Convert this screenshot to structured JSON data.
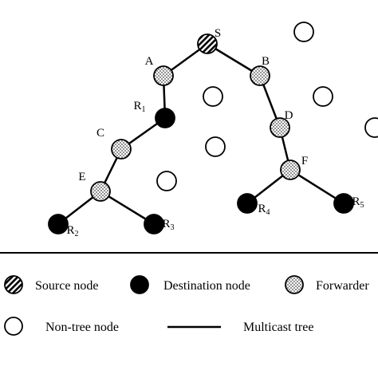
{
  "nodes": [
    {
      "id": "S",
      "label": "S",
      "sub": "",
      "kind": "source"
    },
    {
      "id": "A",
      "label": "A",
      "sub": "",
      "kind": "forwarder"
    },
    {
      "id": "B",
      "label": "B",
      "sub": "",
      "kind": "forwarder"
    },
    {
      "id": "R1",
      "label": "R",
      "sub": "1",
      "kind": "destination"
    },
    {
      "id": "C",
      "label": "C",
      "sub": "",
      "kind": "forwarder"
    },
    {
      "id": "E",
      "label": "E",
      "sub": "",
      "kind": "forwarder"
    },
    {
      "id": "R2",
      "label": "R",
      "sub": "2",
      "kind": "destination"
    },
    {
      "id": "R3",
      "label": "R",
      "sub": "3",
      "kind": "destination"
    },
    {
      "id": "D",
      "label": "D",
      "sub": "",
      "kind": "forwarder"
    },
    {
      "id": "F",
      "label": "F",
      "sub": "",
      "kind": "forwarder"
    },
    {
      "id": "R4",
      "label": "R",
      "sub": "4",
      "kind": "destination"
    },
    {
      "id": "R5",
      "label": "R",
      "sub": "5",
      "kind": "destination"
    },
    {
      "id": "N1",
      "label": "",
      "sub": "",
      "kind": "nontree"
    },
    {
      "id": "N2",
      "label": "",
      "sub": "",
      "kind": "nontree"
    },
    {
      "id": "N3",
      "label": "",
      "sub": "",
      "kind": "nontree"
    },
    {
      "id": "N4",
      "label": "",
      "sub": "",
      "kind": "nontree"
    },
    {
      "id": "N5",
      "label": "",
      "sub": "",
      "kind": "nontree"
    },
    {
      "id": "N6",
      "label": "",
      "sub": "",
      "kind": "nontree"
    }
  ],
  "edges": [
    [
      "S",
      "A"
    ],
    [
      "S",
      "B"
    ],
    [
      "A",
      "R1"
    ],
    [
      "R1",
      "C"
    ],
    [
      "C",
      "E"
    ],
    [
      "E",
      "R2"
    ],
    [
      "E",
      "R3"
    ],
    [
      "B",
      "D"
    ],
    [
      "D",
      "F"
    ],
    [
      "F",
      "R4"
    ],
    [
      "F",
      "R5"
    ]
  ],
  "legend": {
    "source": "Source node",
    "destination": "Destination node",
    "forwarder": "Forwarder",
    "nontree": "Non-tree node",
    "tree": "Multicast tree"
  }
}
